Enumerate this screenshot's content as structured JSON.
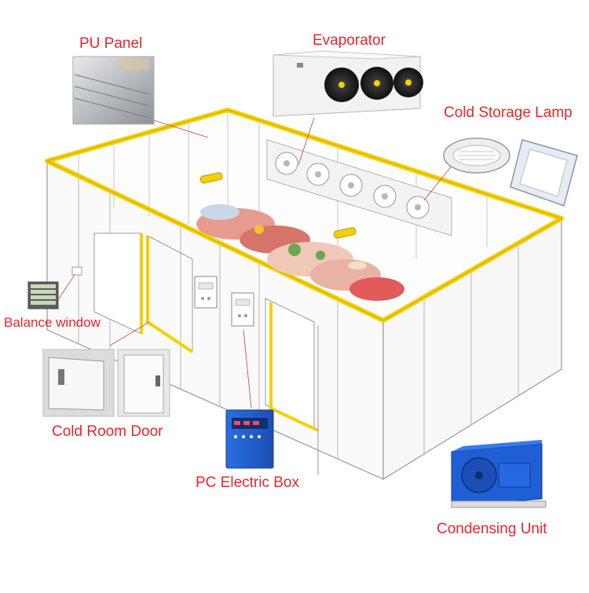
{
  "labels": {
    "pu_panel": "PU Panel",
    "evaporator": "Evaporator",
    "cold_storage_lamp": "Cold Storage Lamp",
    "balance_window": "Balance window",
    "cold_room_door": "Cold Room Door",
    "pc_electric_box": "PC Electric Box",
    "condensing_unit": "Condensing Unit"
  },
  "colors": {
    "label_text": "#e8262c",
    "frame_highlight": "#f5d000",
    "outline": "#9a9a9a",
    "connector": "#d05050",
    "unit_blue": "#1f5fd6"
  }
}
